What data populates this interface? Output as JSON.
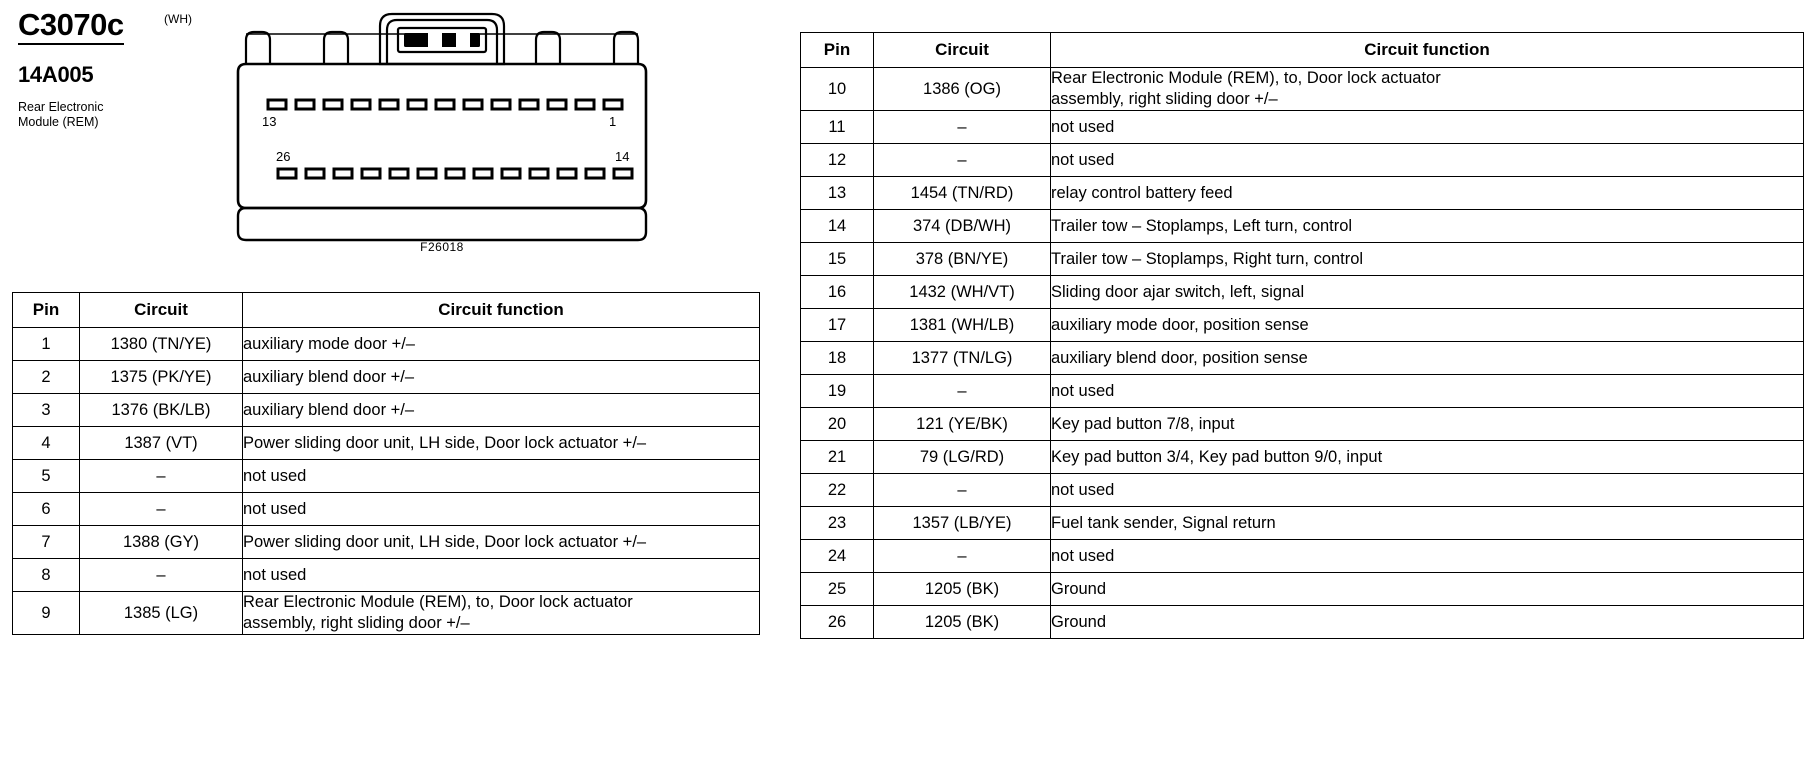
{
  "header": {
    "connector_id": "C3070c",
    "connector_color": "(WH)",
    "part_number": "14A005",
    "module_name_line1": "Rear Electronic",
    "module_name_line2": "Module (REM)"
  },
  "connector": {
    "code": "F26018",
    "top_row_left_label": "13",
    "top_row_right_label": "1",
    "bottom_row_left_label": "26",
    "bottom_row_right_label": "14",
    "top_row_cavities": 13,
    "bottom_row_cavities": 13
  },
  "table_headers": {
    "pin": "Pin",
    "circuit": "Circuit",
    "function": "Circuit function"
  },
  "left_table": {
    "rows": [
      {
        "pin": "1",
        "circuit": "1380 (TN/YE)",
        "function": "auxiliary mode door +/–"
      },
      {
        "pin": "2",
        "circuit": "1375 (PK/YE)",
        "function": "auxiliary blend door +/–"
      },
      {
        "pin": "3",
        "circuit": "1376 (BK/LB)",
        "function": "auxiliary blend door +/–"
      },
      {
        "pin": "4",
        "circuit": "1387 (VT)",
        "function": "Power sliding door unit, LH side, Door lock actuator +/–"
      },
      {
        "pin": "5",
        "circuit": "–",
        "function": "not used"
      },
      {
        "pin": "6",
        "circuit": "–",
        "function": "not used"
      },
      {
        "pin": "7",
        "circuit": "1388 (GY)",
        "function": "Power sliding door unit, LH side, Door lock actuator +/–"
      },
      {
        "pin": "8",
        "circuit": "–",
        "function": "not used"
      },
      {
        "pin": "9",
        "circuit": "1385 (LG)",
        "function_line1": "Rear Electronic Module (REM), to, Door lock actuator",
        "function_line2": "assembly, right sliding door +/–"
      }
    ]
  },
  "right_table": {
    "rows": [
      {
        "pin": "10",
        "circuit": "1386 (OG)",
        "function_line1": "Rear Electronic Module (REM), to, Door lock actuator",
        "function_line2": "assembly, right sliding door +/–"
      },
      {
        "pin": "11",
        "circuit": "–",
        "function": "not used"
      },
      {
        "pin": "12",
        "circuit": "–",
        "function": "not used"
      },
      {
        "pin": "13",
        "circuit": "1454 (TN/RD)",
        "function": "relay control battery feed"
      },
      {
        "pin": "14",
        "circuit": "374 (DB/WH)",
        "function": "Trailer tow – Stoplamps, Left turn, control"
      },
      {
        "pin": "15",
        "circuit": "378 (BN/YE)",
        "function": "Trailer tow – Stoplamps, Right turn, control"
      },
      {
        "pin": "16",
        "circuit": "1432 (WH/VT)",
        "function": "Sliding door ajar switch, left, signal"
      },
      {
        "pin": "17",
        "circuit": "1381 (WH/LB)",
        "function": "auxiliary mode door, position sense"
      },
      {
        "pin": "18",
        "circuit": "1377 (TN/LG)",
        "function": "auxiliary blend door, position sense"
      },
      {
        "pin": "19",
        "circuit": "–",
        "function": "not used"
      },
      {
        "pin": "20",
        "circuit": "121 (YE/BK)",
        "function": "Key pad button 7/8, input"
      },
      {
        "pin": "21",
        "circuit": "79 (LG/RD)",
        "function": "Key pad button 3/4, Key pad button 9/0, input"
      },
      {
        "pin": "22",
        "circuit": "–",
        "function": "not used"
      },
      {
        "pin": "23",
        "circuit": "1357 (LB/YE)",
        "function": "Fuel tank sender, Signal return"
      },
      {
        "pin": "24",
        "circuit": "–",
        "function": "not used"
      },
      {
        "pin": "25",
        "circuit": "1205 (BK)",
        "function": "Ground"
      },
      {
        "pin": "26",
        "circuit": "1205 (BK)",
        "function": "Ground"
      }
    ]
  }
}
